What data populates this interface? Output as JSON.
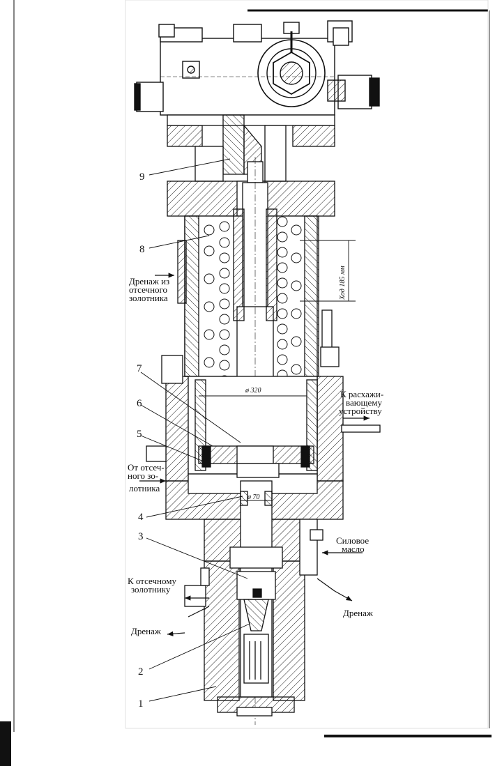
{
  "callouts": [
    "9",
    "8",
    "7",
    "6",
    "5",
    "4",
    "3",
    "2",
    "1"
  ],
  "labels": {
    "drain_from_cutoff_1": "Дренаж из",
    "drain_from_cutoff_2": "отсечного",
    "drain_from_cutoff_3": "золотника",
    "from_cutoff_1": "От отсеч-",
    "from_cutoff_2": "ного зо-",
    "from_cutoff_3": "лотника",
    "to_cutoff_1": "К отсечному",
    "to_cutoff_2": "золотнику",
    "drain_left": "Дренаж",
    "to_pacing_1": "К расхажи-",
    "to_pacing_2": "вающему",
    "to_pacing_3": "устройству",
    "power_oil_1": "Силовое",
    "power_oil_2": "масло",
    "drain_right": "Дренаж"
  },
  "dimensions": {
    "stroke": "Ход 185 мм",
    "dia_320": "ø 320",
    "dia_70": "ø 70"
  }
}
